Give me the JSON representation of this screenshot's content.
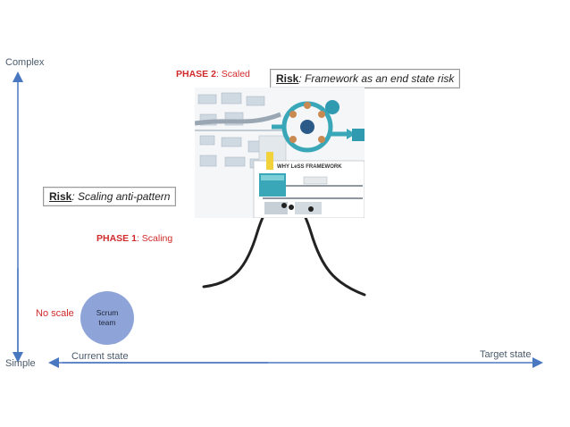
{
  "axes": {
    "y_top": "Complex",
    "y_bottom": "Simple",
    "x_left": "Current state",
    "x_right": "Target state"
  },
  "phase2": {
    "label": "PHASE 2",
    "rest": ": Scaled"
  },
  "phase1": {
    "label": "PHASE 1",
    "rest": ": Scaling"
  },
  "risk_top": {
    "word": "Risk",
    "text": ": Framework as an end state risk"
  },
  "risk_left": {
    "word": "Risk",
    "text": ": Scaling anti-pattern"
  },
  "no_scale": "No scale",
  "scrum": {
    "line1": "Scrum",
    "line2": "team"
  },
  "framework_caption": "WHY LeSS FRAMEWORK",
  "colors": {
    "axis": "#4a78c0",
    "red": "#d12a2a",
    "circle": "#8ea4d8"
  }
}
